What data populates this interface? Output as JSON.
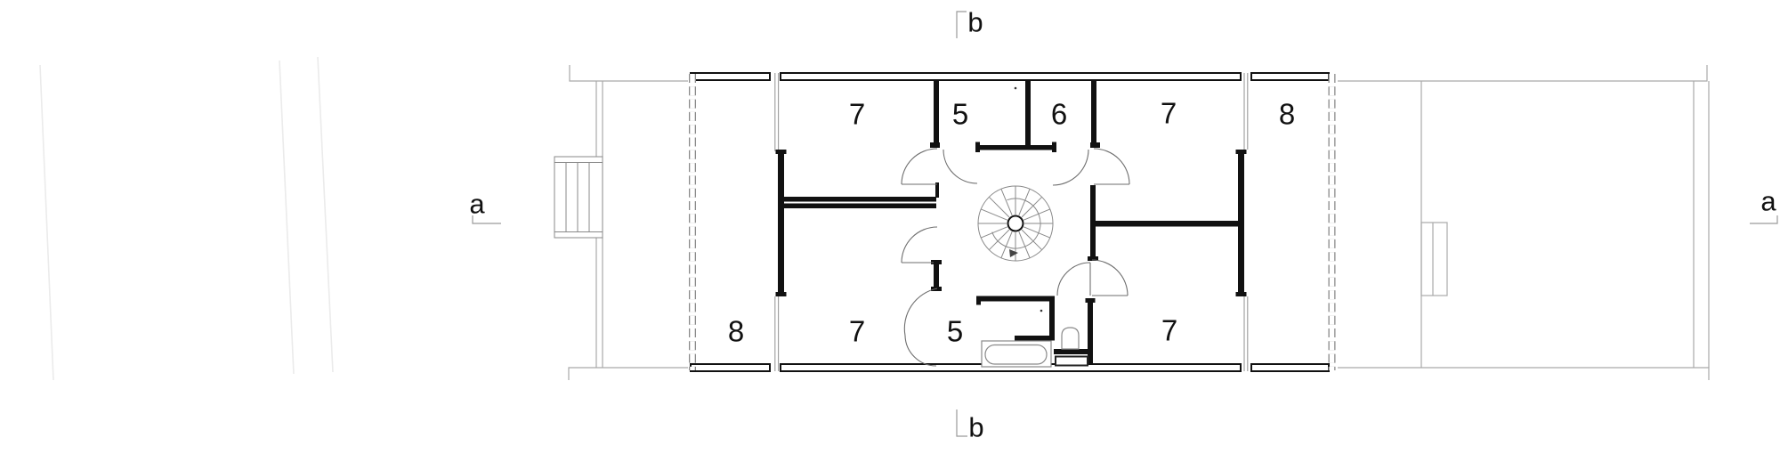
{
  "room_labels": [
    {
      "label": "7",
      "position": "top-left"
    },
    {
      "label": "5",
      "position": "top-center-left"
    },
    {
      "label": "6",
      "position": "top-center-right"
    },
    {
      "label": "7",
      "position": "top-right"
    },
    {
      "label": "8",
      "position": "top-far-right"
    },
    {
      "label": "8",
      "position": "bottom-far-left"
    },
    {
      "label": "7",
      "position": "bottom-left"
    },
    {
      "label": "5",
      "position": "bottom-center"
    },
    {
      "label": "7",
      "position": "bottom-right"
    }
  ],
  "section_markers": [
    {
      "label": "a",
      "position": "left"
    },
    {
      "label": "a",
      "position": "right"
    },
    {
      "label": "b",
      "position": "top"
    },
    {
      "label": "b",
      "position": "bottom"
    }
  ],
  "colors": {
    "wall": "#111111",
    "neighbor_line": "#a9a9a9",
    "thin_partition": "#9a9a9a",
    "door_arc": "#6e6e6e",
    "fixture": "#8a8a8a",
    "faint_sketch": "#ebebeb",
    "label": "#111111",
    "background": "#ffffff",
    "dash_outline": "#8a8a8a"
  }
}
